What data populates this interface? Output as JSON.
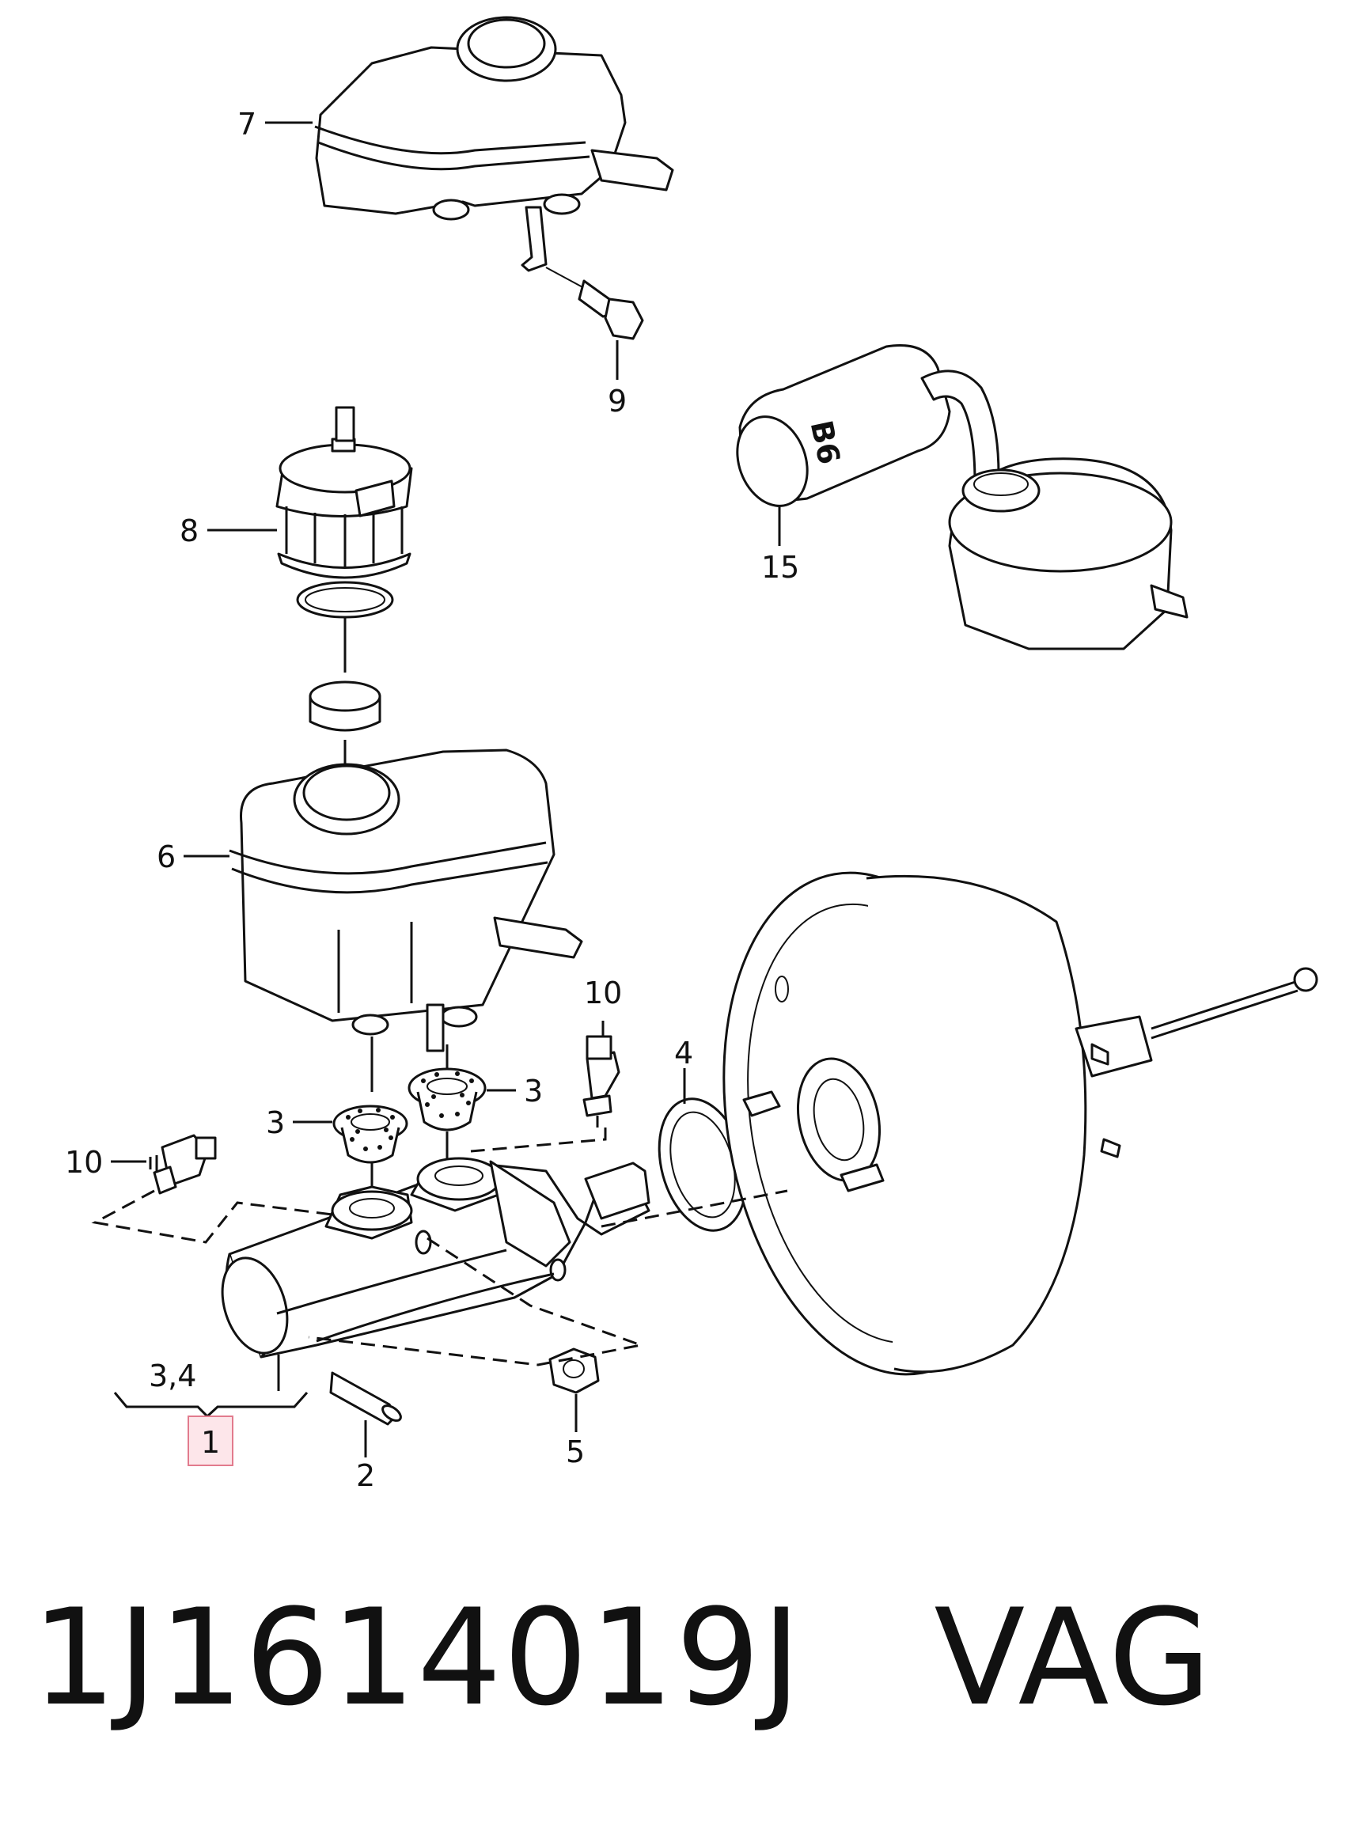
{
  "callouts": {
    "c1": "1",
    "c2": "2",
    "c3a": "3",
    "c3b": "3",
    "c34": "3,4",
    "c4": "4",
    "c5": "5",
    "c6": "6",
    "c7": "7",
    "c8": "8",
    "c9": "9",
    "c10a": "10",
    "c10b": "10",
    "c15": "15"
  },
  "booster_marking": "B6",
  "footer": {
    "part_number": "1J1614019J",
    "brand": "VAG"
  },
  "colors": {
    "line": "#111111",
    "highlight_fill": "#fde6ea",
    "highlight_border": "#e27b8d"
  }
}
